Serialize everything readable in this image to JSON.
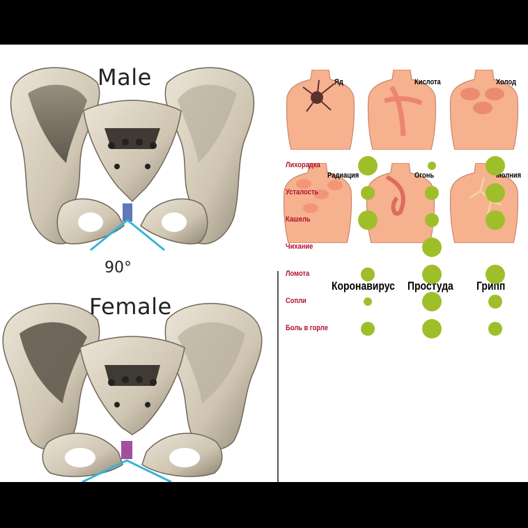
{
  "pelvis": {
    "male": {
      "title": "Male",
      "angle": "90°"
    },
    "female": {
      "title": "Female"
    }
  },
  "body_injuries": [
    {
      "label": "Яд",
      "pattern": "poison"
    },
    {
      "label": "Кислота",
      "pattern": "acid"
    },
    {
      "label": "Холод",
      "pattern": "cold"
    },
    {
      "label": "Радиация",
      "pattern": "radiation"
    },
    {
      "label": "Огонь",
      "pattern": "fire"
    },
    {
      "label": "Молния",
      "pattern": "lightning"
    }
  ],
  "symptoms": {
    "columns": [
      "Коронавирус",
      "Простуда",
      "Грипп"
    ],
    "rows": [
      {
        "label": "Лихорадка",
        "levels": [
          3,
          1,
          3
        ]
      },
      {
        "label": "Усталость",
        "levels": [
          2,
          2,
          3
        ]
      },
      {
        "label": "Кашель",
        "levels": [
          3,
          2,
          3
        ]
      },
      {
        "label": "Чихание",
        "levels": [
          0,
          3,
          0
        ]
      },
      {
        "label": "Ломота",
        "levels": [
          2,
          3,
          3
        ]
      },
      {
        "label": "Сопли",
        "levels": [
          1,
          3,
          2
        ]
      },
      {
        "label": "Боль в горле",
        "levels": [
          2,
          3,
          2
        ]
      }
    ],
    "dot_color": "#9fbf2a",
    "label_color": "#b1122e"
  },
  "colors": {
    "bone": "#d9d0c0",
    "skin": "#f6b18f",
    "angle_line": "#33b5d6",
    "male_cartilage": "#5d79b8",
    "female_cartilage": "#a24fa0"
  }
}
